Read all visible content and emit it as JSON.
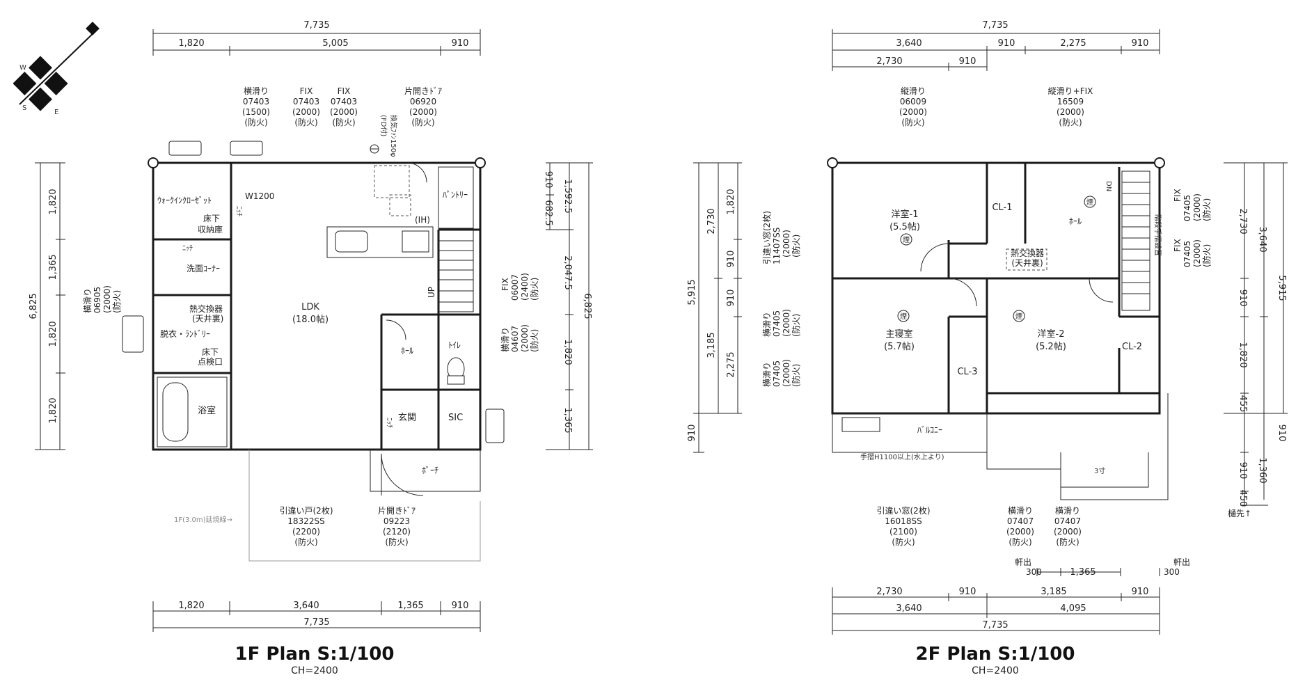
{
  "plan1": {
    "title": "1F Plan  S:1/100",
    "ch": "CH=2400",
    "dims": {
      "top_total": "7,735",
      "top_segments": [
        "1,820",
        "5,005",
        "910"
      ],
      "bottom_segments": [
        "1,820",
        "3,640",
        "1,365",
        "910"
      ],
      "bottom_total": "7,735",
      "left_total": "6,825",
      "left_segments": [
        "1,820",
        "1,365",
        "1,820",
        "1,820"
      ],
      "right_a": [
        "910",
        "682.5"
      ],
      "right_b": [
        "1,592.5",
        "2,047.5",
        "1,820",
        "1,365"
      ],
      "right_total": "6,825"
    },
    "windows_top": [
      {
        "lines": [
          "横滑り",
          "07403",
          "(1500)",
          "(防火)"
        ]
      },
      {
        "lines": [
          "FIX",
          "07403",
          "(2000)",
          "(防火)"
        ]
      },
      {
        "lines": [
          "FIX",
          "07403",
          "(2000)",
          "(防火)"
        ]
      },
      {
        "lines": [
          "片開きﾄﾞｱ",
          "06920",
          "(2000)",
          "(防火)"
        ]
      }
    ],
    "fan": [
      "(FD付)",
      "換気ﾌｧﾝ150φ"
    ],
    "window_left": [
      "横滑り",
      "06905",
      "(2000)",
      "(防火)"
    ],
    "window_right1": [
      "FIX",
      "06007",
      "(2400)",
      "(防火)"
    ],
    "window_right2": [
      "横滑り",
      "04607",
      "(2000)",
      "(防火)"
    ],
    "windows_bottom": [
      {
        "lines": [
          "引違い戸(2枚)",
          "18322SS",
          "(2200)",
          "(防火)"
        ]
      },
      {
        "lines": [
          "片開きﾄﾞｱ",
          "09223",
          "(2120)",
          "(防火)"
        ]
      }
    ],
    "rooms": {
      "walkin": "ｳｫｰｸｲﾝｸﾛｰｾﾞｯﾄ",
      "underfloor": [
        "床下",
        "収納庫"
      ],
      "niche1": "ﾆｯﾁ",
      "niche2": "ﾆｯﾁ",
      "niche3": "ﾆｯﾁ",
      "washroom": "洗面ｺｰﾅｰ",
      "hrv": [
        "熱交換器",
        "(天井裏)"
      ],
      "laundry": "脱衣・ﾗﾝﾄﾞﾘｰ",
      "inspection": [
        "床下",
        "点検口"
      ],
      "bath": "浴室",
      "ldk": "LDK",
      "ldk_size": "(18.0帖)",
      "w1200": "W1200",
      "pantry": "ﾊﾟﾝﾄﾘｰ",
      "ih": "(IH)",
      "up": "UP",
      "hall": "ﾎｰﾙ",
      "toilet": "ﾄｲﾚ",
      "entrance": "玄関",
      "sic": "SIC",
      "porch": "ﾎﾟｰﾁ",
      "outline_note": "1F(3.0m)延焼線→"
    }
  },
  "plan2": {
    "title": "2F Plan  S:1/100",
    "ch": "CH=2400",
    "dims": {
      "top_total": "7,735",
      "top_segments": [
        "3,640",
        "910",
        "2,275",
        "910"
      ],
      "top_segments2": [
        "2,730",
        "910"
      ],
      "bottom_row1": [
        "2,730",
        "910",
        "3,185",
        "910"
      ],
      "bottom_row2": [
        "3,640",
        "4,095"
      ],
      "bottom_total": "7,735",
      "eave_left": [
        "軒出",
        "300"
      ],
      "eave_mid": "1,365",
      "eave_right": [
        "軒出",
        "300"
      ],
      "left_total": "5,915",
      "left_a": [
        "2,730",
        "3,185"
      ],
      "left_b": [
        "1,820",
        "910",
        "910",
        "2,275"
      ],
      "left_c": "910",
      "right_a": [
        "2,730",
        "910",
        "1,820",
        "455"
      ],
      "right_b": [
        "3,640"
      ],
      "right_total": "5,915",
      "right_c": [
        "910",
        "910",
        "450"
      ],
      "right_d": "1,360",
      "right_note": "樋先↑"
    },
    "windows_top": [
      {
        "lines": [
          "縦滑り",
          "06009",
          "(2000)",
          "(防火)"
        ]
      },
      {
        "lines": [
          "縦滑り+FIX",
          "16509",
          "(2000)",
          "(防火)"
        ]
      }
    ],
    "window_left1": [
      "引違い窓(2枚)",
      "11407SS",
      "(2000)",
      "(防火)"
    ],
    "window_left2": [
      "横滑り",
      "07405",
      "(2000)",
      "(防火)"
    ],
    "window_left3": [
      "横滑り",
      "07405",
      "(2000)",
      "(防火)"
    ],
    "window_right1": [
      "FIX",
      "07405",
      "(2000)",
      "(防火)"
    ],
    "window_right2": [
      "FIX",
      "07405",
      "(2000)",
      "(防火)"
    ],
    "windows_bottom": [
      {
        "lines": [
          "引違い窓(2枚)",
          "16018SS",
          "(2100)",
          "(防火)"
        ]
      },
      {
        "lines": [
          "横滑り",
          "07407",
          "(2000)",
          "(防火)"
        ]
      },
      {
        "lines": [
          "横滑り",
          "07407",
          "(2000)",
          "(防火)"
        ]
      }
    ],
    "rooms": {
      "western1": "洋室-1",
      "western1_size": "(5.5帖)",
      "cl1": "CL-1",
      "hall": "ﾎｰﾙ",
      "hrv": [
        "熱交換器",
        "(天井裏)"
      ],
      "master": "主寝室",
      "master_size": "(5.7帖)",
      "cl3": "CL-3",
      "western2": "洋室-2",
      "western2_size": "(5.2帖)",
      "cl2": "CL-2",
      "balcony": "ﾊﾞﾙｺﾆｰ",
      "handrail": "手摺H1100以上(水上より)",
      "dn": "DN",
      "sun": "3寸",
      "rail_note": "階段手摺設置",
      "smoke": "煙"
    }
  }
}
